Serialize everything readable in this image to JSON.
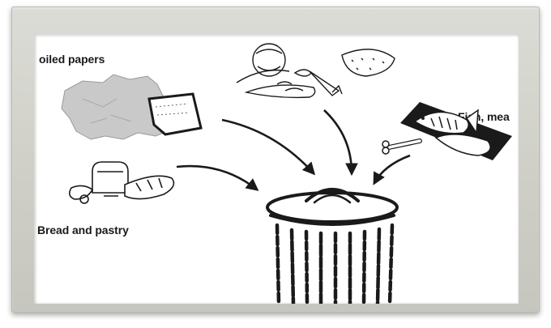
{
  "labels": {
    "soiled_papers": "oiled papers",
    "fish_meat": "Fish, mea",
    "bread_pastry": "Bread and pastry"
  },
  "icons": [
    "crumpled-paper-icon",
    "vegetables-icon",
    "fish-meat-icon",
    "bread-icon",
    "trash-can-icon"
  ],
  "colors": {
    "frame": "#cfcfc8",
    "panel": "#ffffff",
    "ink": "#1a1a1a",
    "paper_fill": "#c9c9c9"
  }
}
